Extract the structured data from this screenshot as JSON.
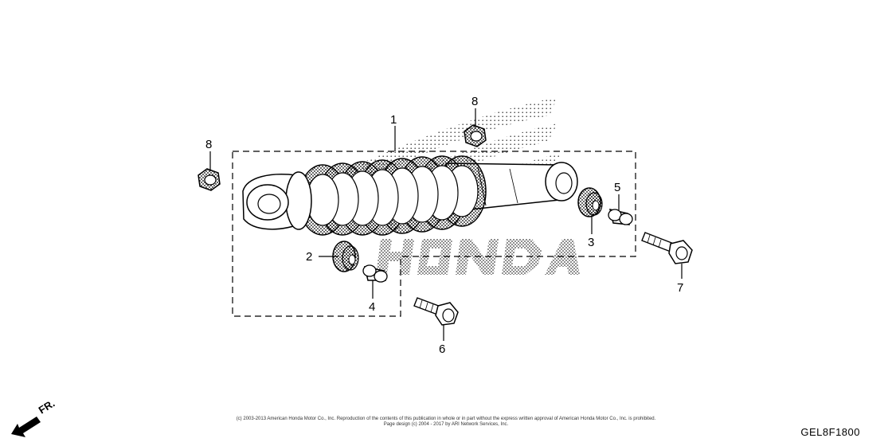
{
  "callouts": [
    {
      "id": "1",
      "label": "1"
    },
    {
      "id": "2",
      "label": "2"
    },
    {
      "id": "3",
      "label": "3"
    },
    {
      "id": "4",
      "label": "4"
    },
    {
      "id": "5",
      "label": "5"
    },
    {
      "id": "6",
      "label": "6"
    },
    {
      "id": "7",
      "label": "7"
    },
    {
      "id": "8a",
      "label": "8"
    },
    {
      "id": "8b",
      "label": "8"
    }
  ],
  "front_marker": "FR.",
  "copyright": {
    "line1": "(c) 2003-2013 American Honda Motor Co., Inc. Reproduction of the contents of this publication in whole or in part without the express written approval of American Honda Motor Co., Inc. is prohibited.",
    "line2": "Page design (c) 2004 - 2017 by ARI Network Services, Inc."
  },
  "diagram_code": "GEL8F1800",
  "logo_text": "HONDA"
}
